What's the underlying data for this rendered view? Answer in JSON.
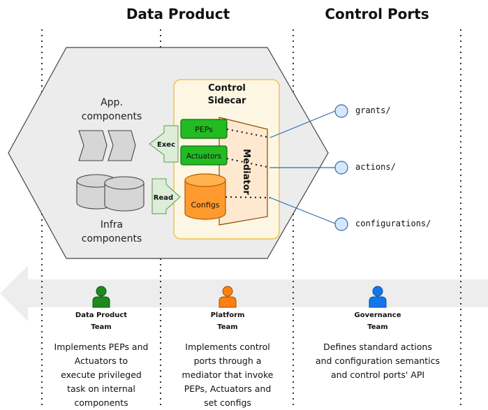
{
  "headers": {
    "data_product": "Data Product",
    "control_ports": "Control Ports"
  },
  "hexagon": {
    "app_components": "App.\ncomponents",
    "infra_components": "Infra\ncomponents"
  },
  "sidecar": {
    "title": "Control\nSidecar",
    "peps": "PEPs",
    "actuators": "Actuators",
    "configs": "Configs",
    "mediator": "Mediator",
    "exec": "Exec",
    "read": "Read"
  },
  "ports": [
    {
      "label": "grants/"
    },
    {
      "label": "actions/"
    },
    {
      "label": "configurations/"
    }
  ],
  "teams": [
    {
      "name": "Data Product\nTeam",
      "color": "#1e8a1e",
      "description": "Implements PEPs and\nActuators to\nexecute privileged\ntask on internal\ncomponents"
    },
    {
      "name": "Platform\nTeam",
      "color": "#ff7f10",
      "description": "Implements control\nports through a\nmediator that invoke\nPEPs, Actuators and\nset configs"
    },
    {
      "name": "Governance\nTeam",
      "color": "#1177ee",
      "description": "Defines standard actions\nand configuration semantics\nand control ports' API"
    }
  ],
  "colors": {
    "green": "#22bb22",
    "orange": "#ff9a2e",
    "sidecar_fill": "#fdf6e3",
    "mediator_fill": "#ffe8d0",
    "port_fill": "#d8e6fb",
    "line_blue": "#2b6cb0"
  }
}
